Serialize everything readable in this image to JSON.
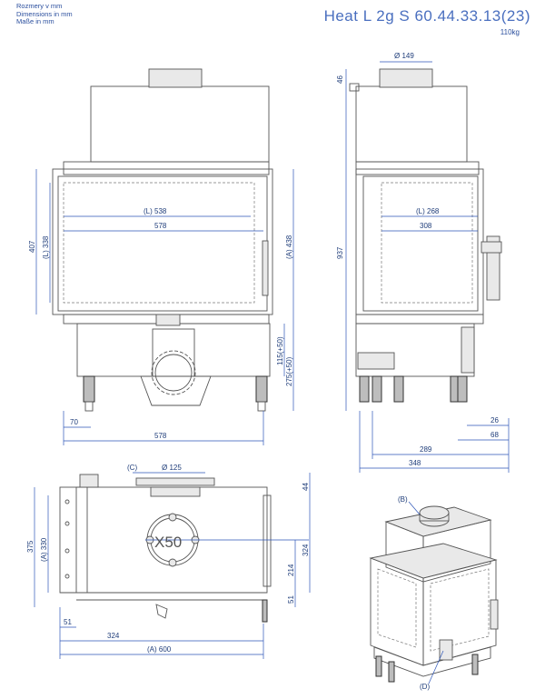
{
  "header": {
    "units": [
      "Rozmery v mm",
      "Dimensions in mm",
      "Maße in mm"
    ],
    "model": "Heat L 2g S 60.44.33.13(23)",
    "weight": "110kg"
  },
  "front_view": {
    "dims": {
      "glass_width": "(L) 538",
      "inner_width": "578",
      "height_left_outer": "407",
      "height_left_inner": "(L) 338",
      "height_right": "(A) 438",
      "leg_115": "115(+50)",
      "leg_275": "275(+50)",
      "bottom_70": "70",
      "bottom_578": "578"
    }
  },
  "side_view": {
    "dims": {
      "top_46": "46",
      "flue_d": "Ø 149",
      "total_937": "937",
      "glass_width": "(L) 268",
      "inner_width": "308",
      "right_26": "26",
      "right_68": "68",
      "bottom_289": "289",
      "bottom_348": "348"
    }
  },
  "top_view": {
    "dims": {
      "label_c": "(C)",
      "flue_d": "Ø 125",
      "right_44": "44",
      "left_375": "375",
      "left_330": "(A) 330",
      "center_label": "X50",
      "right_324": "324",
      "right_214": "214",
      "right_51": "51",
      "bottom_51": "51",
      "bottom_324": "324",
      "bottom_600": "(A) 600"
    }
  },
  "iso_view": {
    "label_b": "(B)",
    "label_d": "(D)"
  }
}
